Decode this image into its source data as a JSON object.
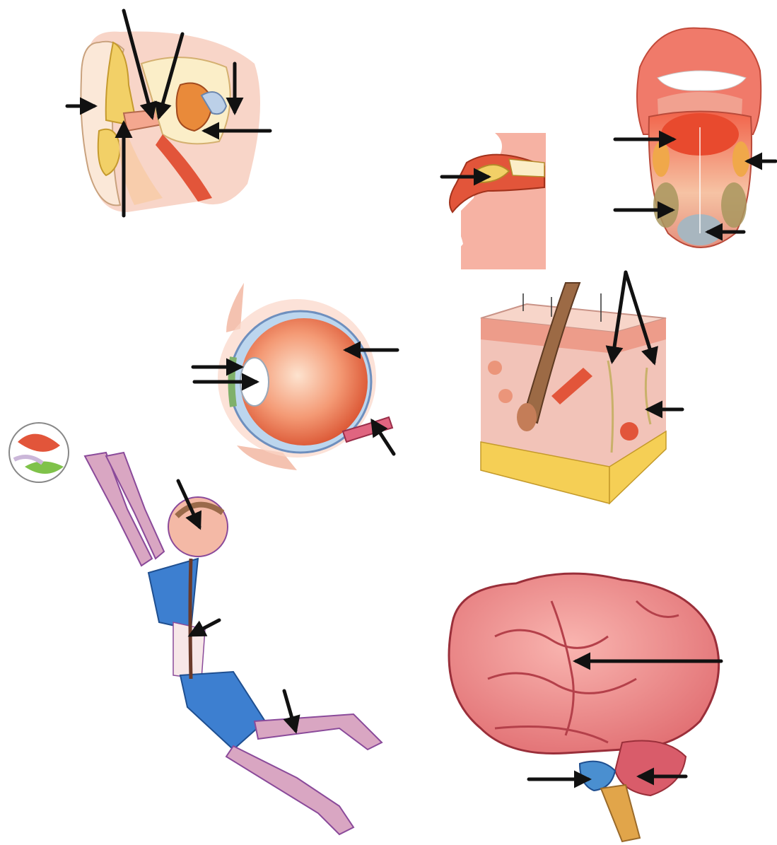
{
  "diagram": {
    "kind": "unlabeled sense organs and nervous system worksheet",
    "panels": [
      "ear",
      "nose",
      "tongue",
      "eye",
      "skin",
      "nervous-system-figure",
      "brain"
    ],
    "pointer_counts": {
      "ear": 6,
      "nose": 1,
      "tongue": 4,
      "eye": 4,
      "skin": 3,
      "nervous-system-figure": 3,
      "brain": 3
    },
    "labels_visible": false
  },
  "colors": {
    "arrow": "#111111",
    "skin_tone": "#f4a78f",
    "tissue_red": "#e2553a",
    "cartilage_yellow": "#f2d067",
    "brain_pink": "#ec8a8a",
    "shorts_blue": "#3d7fd0",
    "nerve_purple": "#8a4a9a"
  }
}
